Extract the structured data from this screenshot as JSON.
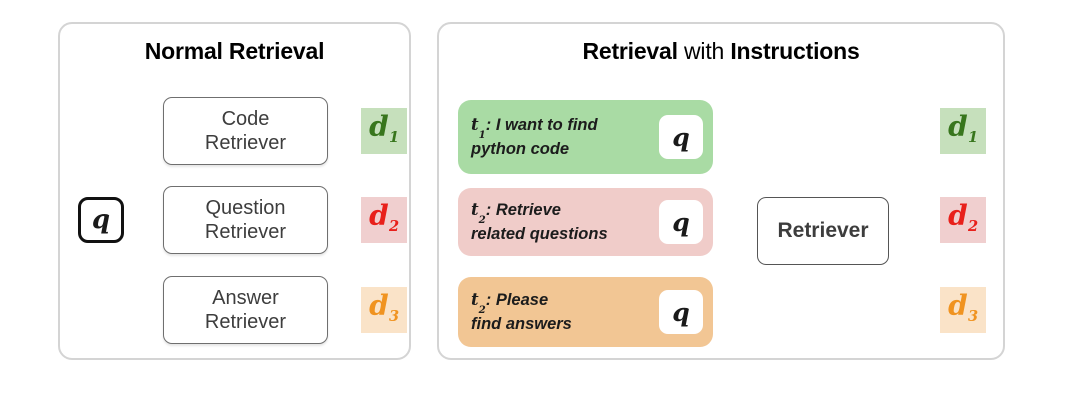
{
  "colors": {
    "arrow": "#3f5574",
    "arrow_gray": "#6a6a6a",
    "panel_border": "#d4d4d4",
    "green_bg": "#a9dba4",
    "pink_bg": "#f0ccc9",
    "orange_bg": "#f2c694",
    "d1_bg": "#c6e0bc",
    "d1_fg": "#38761d",
    "d2_bg": "#f0cfcf",
    "d2_fg": "#e8201b",
    "d3_bg": "#fae3c8",
    "d3_fg": "#f09320",
    "box_text": "#3d3d3d"
  },
  "panel_normal": {
    "title": "Normal Retrieval",
    "query_label": "q",
    "retrievers": [
      {
        "line1": "Code",
        "line2": "Retriever"
      },
      {
        "line1": "Question",
        "line2": "Retriever"
      },
      {
        "line1": "Answer",
        "line2": "Retriever"
      }
    ],
    "documents": [
      {
        "letter": "d",
        "sub": "1"
      },
      {
        "letter": "d",
        "sub": "2"
      },
      {
        "letter": "d",
        "sub": "3"
      }
    ]
  },
  "panel_instructions": {
    "title_part1": "Retrieval",
    "title_part2": "with",
    "title_part3": "Instructions",
    "retriever_label": "Retriever",
    "instructions": [
      {
        "t_letter": "t",
        "t_sub": "1",
        "separator": ":",
        "line1": "I want to find",
        "line2": "python code",
        "query_label": "q"
      },
      {
        "t_letter": "t",
        "t_sub": "2",
        "separator": ":",
        "line1": "Retrieve",
        "line2": "related questions",
        "query_label": "q"
      },
      {
        "t_letter": "t",
        "t_sub": "2",
        "separator": ":",
        "line1": "Please",
        "line2": "find answers",
        "query_label": "q"
      }
    ],
    "documents": [
      {
        "letter": "d",
        "sub": "1"
      },
      {
        "letter": "d",
        "sub": "2"
      },
      {
        "letter": "d",
        "sub": "3"
      }
    ]
  }
}
